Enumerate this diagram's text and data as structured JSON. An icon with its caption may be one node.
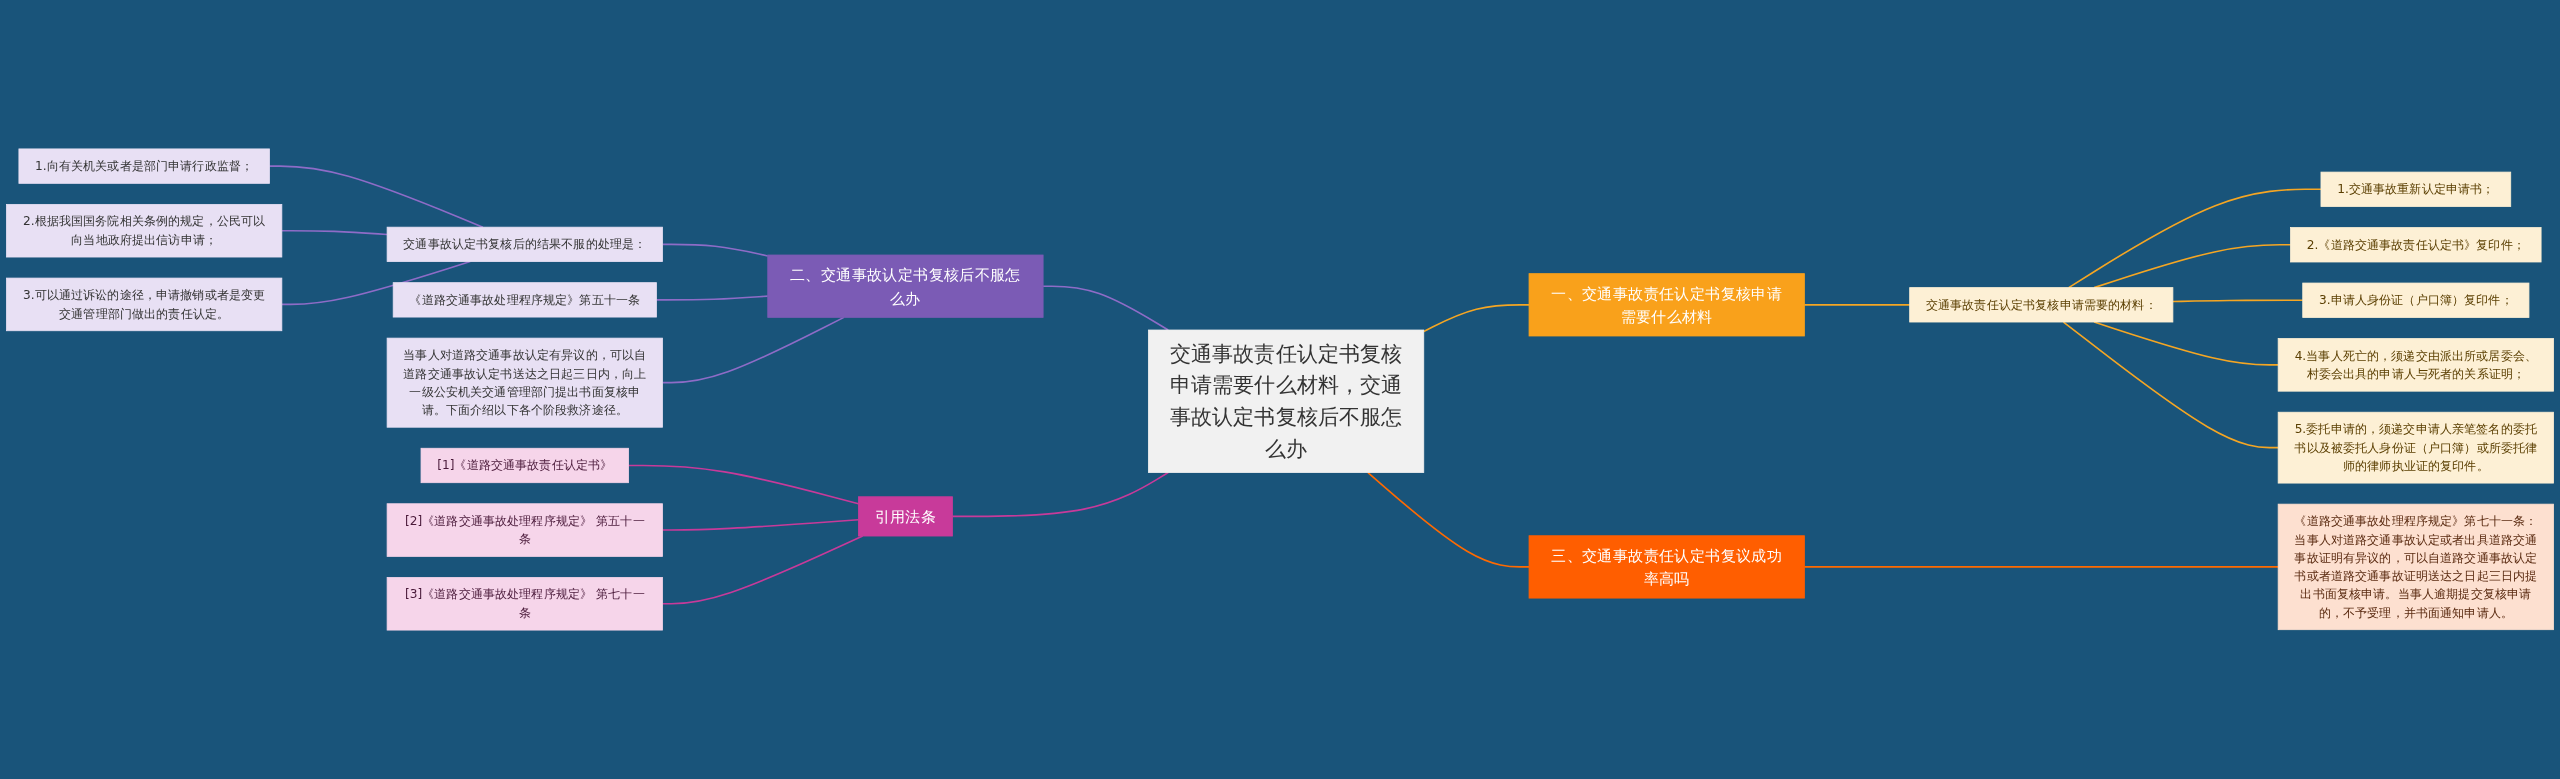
{
  "diagram": {
    "nodes": [
      {
        "text": [
          "交通事故责任认定书复核申请需要什么材料，交通事故认定书复核后不服怎么办"
        ]
      },
      {
        "text": [
          "一、交通事故责任认定书复核申请需要什么材料"
        ]
      },
      {
        "text": [
          "交通事故责任认定书复核申请需要的材料："
        ]
      },
      {
        "text": [
          "1.交通事故重新认定申请书；"
        ]
      },
      {
        "text": [
          "2.《道路交通事故责任认定书》复印件；"
        ]
      },
      {
        "text": [
          "3.申请人身份证（户口簿）复印件；"
        ]
      },
      {
        "text": [
          "4.当事人死亡的，须递交由派出所或居委会、村委会出具的申请人与死者的关系证明；"
        ]
      },
      {
        "text": [
          "5.委托申请的，须递交申请人亲笔签名的委托书以及被委托人身份证（户口簿）或所委托律师的律师执业证的复印件。"
        ]
      },
      {
        "text": [
          "三、交通事故责任认定书复议成功率高吗"
        ]
      },
      {
        "text": [
          "《道路交通事故处理程序规定》第七十一条：当事人对道路交通事故认定或者出具道路交通事故证明有异议的，可以自道路交通事故认定书或者道路交通事故证明送达之日起三日内提出书面复核申请。当事人逾期提交复核申请的，不予受理，并书面通知申请人。"
        ]
      },
      {
        "text": [
          "二、交通事故认定书复核后不服怎么办"
        ]
      },
      {
        "text": [
          "交通事故认定书复核后的结果不服的处理是："
        ]
      },
      {
        "text": [
          "1.向有关机关或者是部门申请行政监督；"
        ]
      },
      {
        "text": [
          "2.根据我国国务院相关条例的规定，公民可以向当地政府提出信访申请；"
        ]
      },
      {
        "text": [
          "3.可以通过诉讼的途径，申请撤销或者是变更交通管理部门做出的责任认定。"
        ]
      },
      {
        "text": [
          "《道路交通事故处理程序规定》第五十一条"
        ]
      },
      {
        "text": [
          "当事人对道路交通事故认定有异议的，可以自道路交通事故认定书送达之日起三日内，向上一级公安机关交通管理部门提出书面复核申请。下面介绍以下各个阶段救济途径。"
        ]
      },
      {
        "text": [
          "引用法条"
        ]
      },
      {
        "text": [
          "[1]《道路交通事故责任认定书》"
        ]
      },
      {
        "text": [
          "[2]《道路交通事故处理程序规定》 第五十一条"
        ]
      },
      {
        "text": [
          "[3]《道路交通事故处理程序规定》 第七十一条"
        ]
      }
    ],
    "edges": [
      {
        "from": 0,
        "to": 1,
        "arrow": "none",
        "color": "#f5a623"
      },
      {
        "from": 1,
        "to": 2,
        "arrow": "none",
        "color": "#f5a623"
      },
      {
        "from": 2,
        "to": 3,
        "arrow": "none",
        "color": "#f5a623"
      },
      {
        "from": 2,
        "to": 4,
        "arrow": "none",
        "color": "#f5a623"
      },
      {
        "from": 2,
        "to": 5,
        "arrow": "none",
        "color": "#f5a623"
      },
      {
        "from": 2,
        "to": 6,
        "arrow": "none",
        "color": "#f5a623"
      },
      {
        "from": 2,
        "to": 7,
        "arrow": "none",
        "color": "#f5a623"
      },
      {
        "from": 0,
        "to": 8,
        "arrow": "none",
        "color": "#ff6a00"
      },
      {
        "from": 8,
        "to": 9,
        "arrow": "none",
        "color": "#ff6a00"
      },
      {
        "from": 0,
        "to": 10,
        "arrow": "none",
        "color": "#8e6cc7"
      },
      {
        "from": 10,
        "to": 11,
        "arrow": "none",
        "color": "#8e6cc7"
      },
      {
        "from": 11,
        "to": 12,
        "arrow": "none",
        "color": "#8e6cc7"
      },
      {
        "from": 11,
        "to": 13,
        "arrow": "none",
        "color": "#8e6cc7"
      },
      {
        "from": 11,
        "to": 14,
        "arrow": "none",
        "color": "#8e6cc7"
      },
      {
        "from": 10,
        "to": 15,
        "arrow": "none",
        "color": "#8e6cc7"
      },
      {
        "from": 10,
        "to": 16,
        "arrow": "none",
        "color": "#8e6cc7"
      },
      {
        "from": 0,
        "to": 17,
        "arrow": "none",
        "color": "#c83a9a"
      },
      {
        "from": 17,
        "to": 18,
        "arrow": "none",
        "color": "#c83a9a"
      },
      {
        "from": 17,
        "to": 19,
        "arrow": "none",
        "color": "#c83a9a"
      },
      {
        "from": 17,
        "to": 20,
        "arrow": "none",
        "color": "#c83a9a"
      }
    ]
  }
}
